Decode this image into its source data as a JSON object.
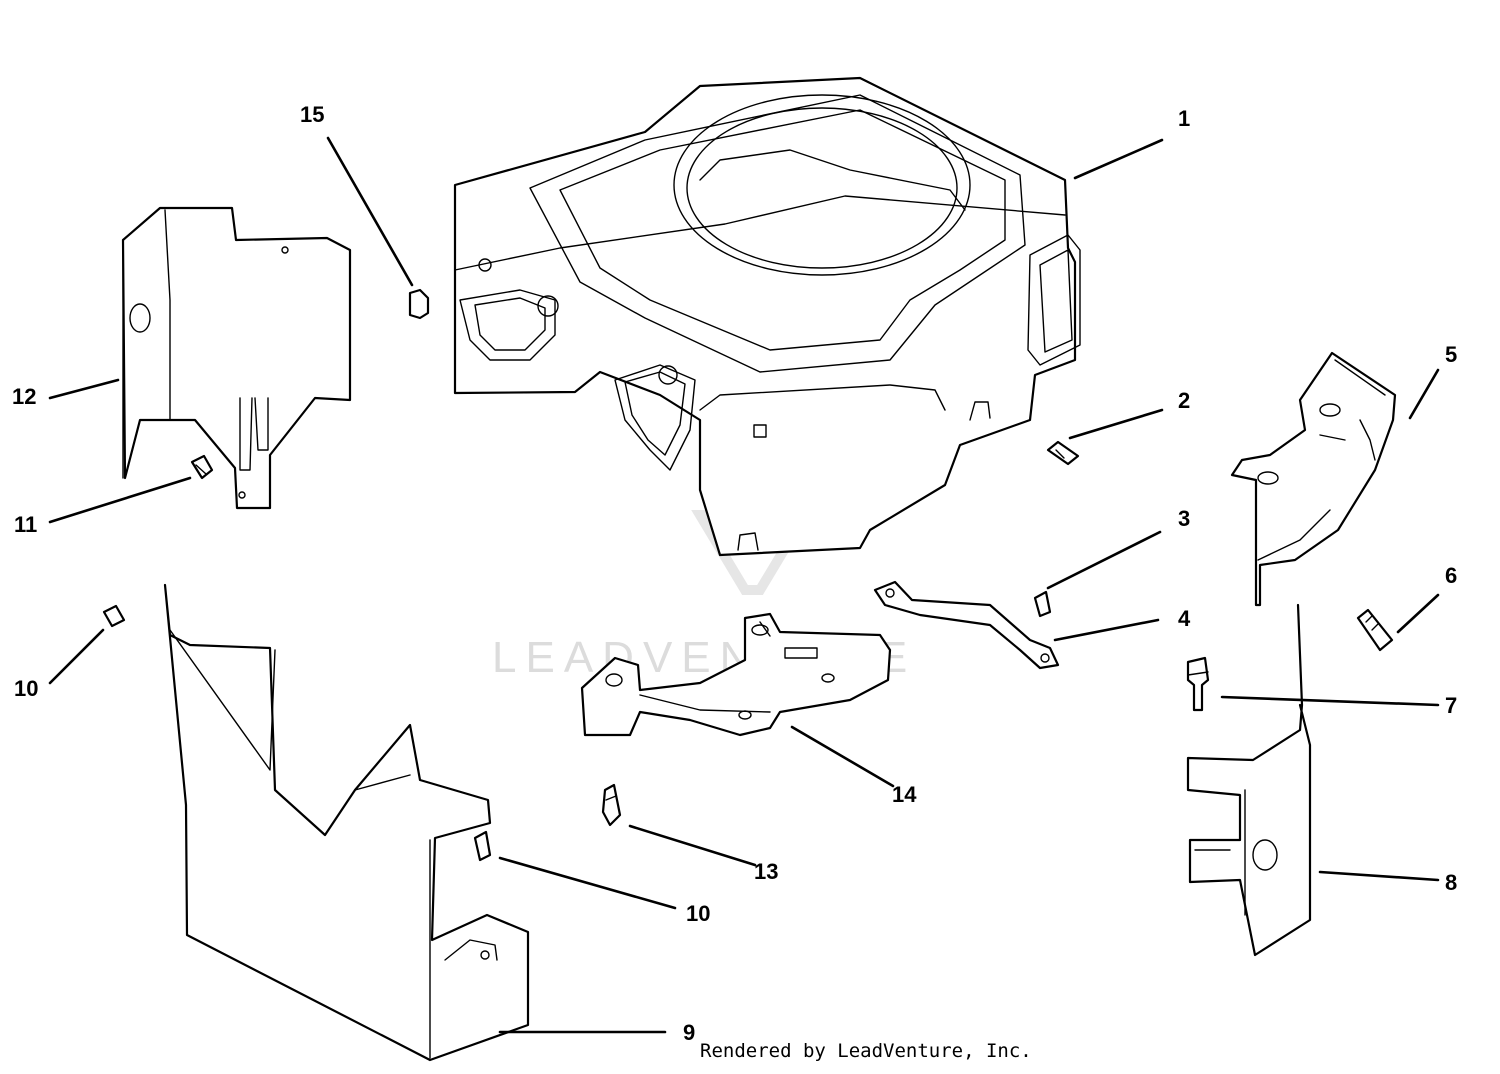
{
  "watermark": {
    "text": "LEADVENTURE"
  },
  "credit": "Rendered by LeadVenture, Inc.",
  "callouts": [
    {
      "id": "c1",
      "label": "1"
    },
    {
      "id": "c2",
      "label": "2"
    },
    {
      "id": "c3",
      "label": "3"
    },
    {
      "id": "c4",
      "label": "4"
    },
    {
      "id": "c5",
      "label": "5"
    },
    {
      "id": "c6",
      "label": "6"
    },
    {
      "id": "c7",
      "label": "7"
    },
    {
      "id": "c8",
      "label": "8"
    },
    {
      "id": "c9",
      "label": "9"
    },
    {
      "id": "c10a",
      "label": "10"
    },
    {
      "id": "c10b",
      "label": "10"
    },
    {
      "id": "c11",
      "label": "11"
    },
    {
      "id": "c12",
      "label": "12"
    },
    {
      "id": "c13",
      "label": "13"
    },
    {
      "id": "c14",
      "label": "14"
    },
    {
      "id": "c15",
      "label": "15"
    }
  ]
}
